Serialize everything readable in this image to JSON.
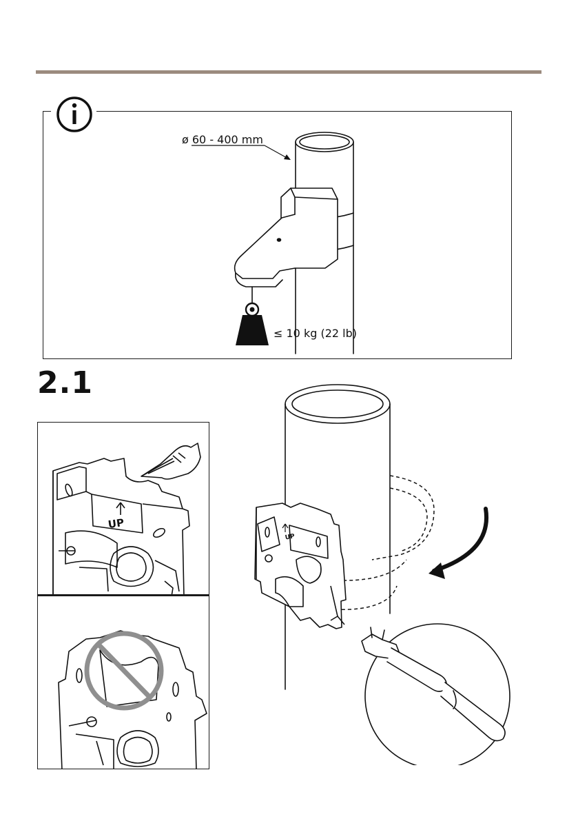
{
  "info": {
    "diameter_label": "ø 60 - 400 mm",
    "weight_label": "≤ 10 kg (22 lb)"
  },
  "step": {
    "number": "2.1"
  },
  "bracket": {
    "up_label": "UP"
  }
}
